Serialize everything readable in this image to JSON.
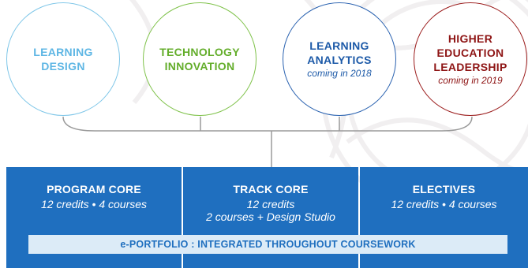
{
  "tracks": [
    {
      "title": "LEARNING\nDESIGN",
      "subtitle": "",
      "color": "#5eb6e4"
    },
    {
      "title": "TECHNOLOGY\nINNOVATION",
      "subtitle": "",
      "color": "#63ad2a"
    },
    {
      "title": "LEARNING\nANALYTICS",
      "subtitle": "coming in 2018",
      "color": "#1d5aa8"
    },
    {
      "title": "HIGHER\nEDUCATION\nLEADERSHIP",
      "subtitle": "coming in 2019",
      "color": "#8e1414"
    }
  ],
  "components": [
    {
      "title": "PROGRAM CORE",
      "lines": [
        "12 credits • 4 courses"
      ]
    },
    {
      "title": "TRACK CORE",
      "lines": [
        "12 credits",
        "2 courses + Design Studio"
      ]
    },
    {
      "title": "ELECTIVES",
      "lines": [
        "12 credits • 4 courses"
      ]
    }
  ],
  "portfolio_band": "e-PORTFOLIO : INTEGRATED THROUGHOUT COURSEWORK",
  "colors": {
    "box_blue": "#1f6fbf",
    "band_fill": "#dcebf7",
    "connector": "#9a9a9a"
  }
}
